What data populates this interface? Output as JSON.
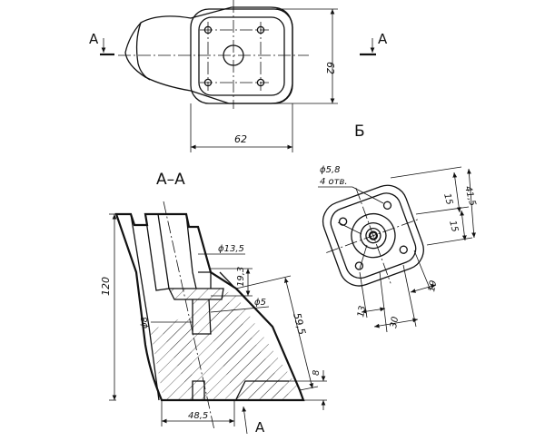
{
  "top_view": {
    "cut_mark_left": "A",
    "cut_mark_right": "A",
    "dim_width": "62",
    "dim_height": "62"
  },
  "section_aa": {
    "title": "A–A",
    "dim_height": "120",
    "dim_hole_top": "ϕ13,5",
    "dim_depth": "19,3",
    "dim_hole_small": "ϕ5",
    "dim_bore": "ϕ8",
    "dim_slant": "59,5",
    "dim_base": "48,5",
    "dim_foot": "8",
    "view_arrow": "A"
  },
  "view_b": {
    "title": "Б",
    "hole_dia": "ϕ5,8",
    "hole_count": "4 отв.",
    "dim_overall": "41,5",
    "dim_v1": "15",
    "dim_v2": "15",
    "dim_h1": "13",
    "dim_h2": "30",
    "dim_h3": "19"
  }
}
